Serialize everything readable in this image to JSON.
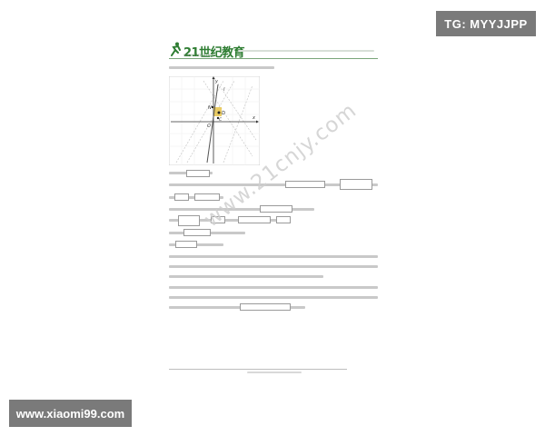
{
  "header": {
    "logo_text": "21世纪教育",
    "logo_url": "www.21cnjy.com"
  },
  "figure": {
    "y_axis_label": "y",
    "x_axis_label": "x",
    "origin_label": "O",
    "point_d_label": "D",
    "point_n_label": "N",
    "point_c_label": "C",
    "line_label": "l",
    "accent_color": "#e8c44a",
    "axis_color": "#333333"
  },
  "watermark": {
    "text": "www.21cnjy.com"
  },
  "overlays": {
    "tg_badge": "TG: MYYJJPP",
    "site_badge": "www.xiaomi99.com"
  },
  "colors": {
    "logo_green": "#2e7d32",
    "badge_gray": "#7a7a7a"
  }
}
